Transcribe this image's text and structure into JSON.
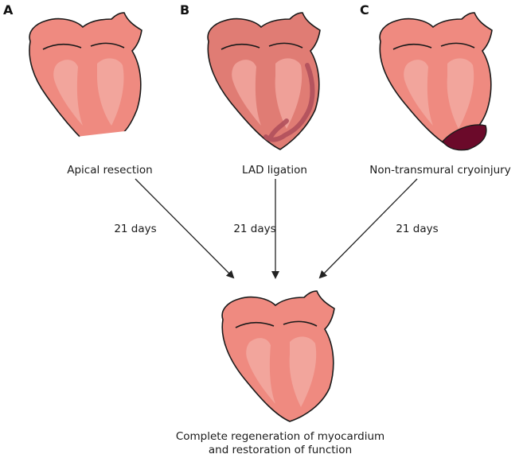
{
  "panels": [
    {
      "letter": "A",
      "method": "Apical resection"
    },
    {
      "letter": "B",
      "method": "LAD ligation"
    },
    {
      "letter": "C",
      "method": "Non-transmural cryoinjury"
    }
  ],
  "duration_label": "21 days",
  "outcome": {
    "line1": "Complete regeneration of myocardium",
    "line2": "and restoration of function"
  },
  "colors": {
    "heart_fill": "#ef8a80",
    "heart_fill_ligated": "#e07c74",
    "chamber_fill": "#f2a9a1",
    "outline": "#1a1a1a",
    "resection_band": "#ffffff",
    "ligation_injury": "#b0505c",
    "cryo_injury": "#6b0a2a",
    "arrow": "#222222"
  }
}
